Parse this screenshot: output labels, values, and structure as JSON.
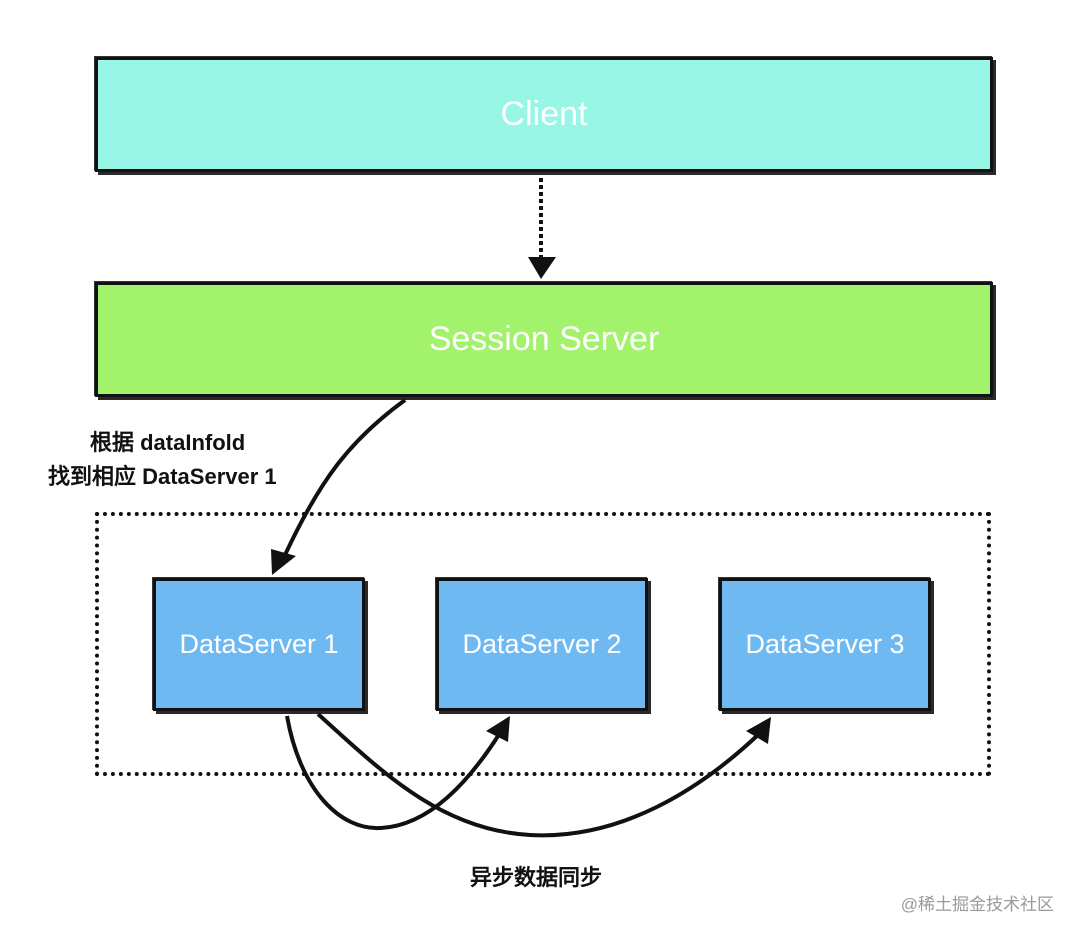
{
  "client": {
    "label": "Client"
  },
  "session_server": {
    "label": "Session Server"
  },
  "route_note": {
    "line1": "根据 dataInfold",
    "line2": "找到相应 DataServer 1"
  },
  "data_servers": [
    {
      "label": "DataServer 1"
    },
    {
      "label": "DataServer 2"
    },
    {
      "label": "DataServer 3"
    }
  ],
  "sync_note": {
    "label": "异步数据同步"
  },
  "watermark": {
    "text": "@稀土掘金技术社区"
  },
  "colors": {
    "client_fill": "#97f6e6",
    "session_fill": "#a3f26c",
    "dataserver_fill": "#6fb9f3",
    "stroke": "#111111"
  }
}
